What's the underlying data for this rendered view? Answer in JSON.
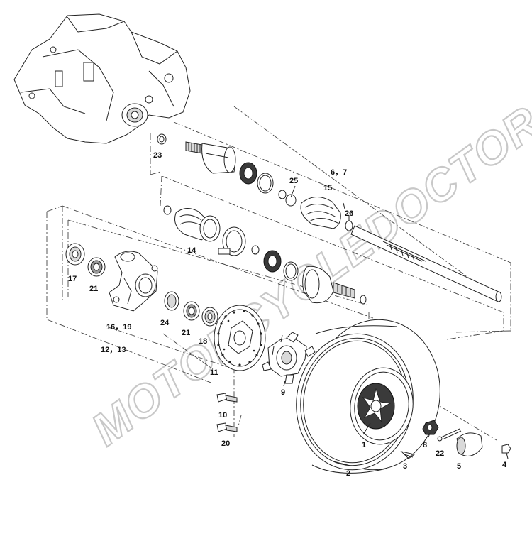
{
  "diagram": {
    "watermark": "MOTORCYCLEDOCTOR",
    "labels": {
      "p1": "1",
      "p2": "2",
      "p3": "3",
      "p4": "4",
      "p5": "5",
      "p6_7": "6，7",
      "p8": "8",
      "p9": "9",
      "p10": "10",
      "p11": "11",
      "p12_13": "12，13",
      "p14": "14",
      "p15": "15",
      "p16_19": "16，19",
      "p17": "17",
      "p18": "18",
      "p20": "20",
      "p21a": "21",
      "p21b": "21",
      "p22": "22",
      "p23": "23",
      "p24": "24",
      "p25": "25",
      "p26": "26"
    }
  }
}
